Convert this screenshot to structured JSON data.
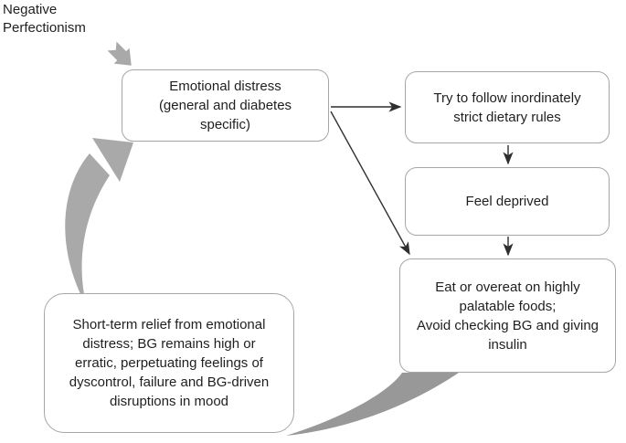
{
  "diagram": {
    "label": "Negative\nPerfectionism",
    "nodes": {
      "emotional_distress": "Emotional distress\n(general and diabetes\nspecific)",
      "strict_rules": "Try to follow inordinately\nstrict dietary rules",
      "feel_deprived": "Feel deprived",
      "eat_overeat": "Eat or overeat on highly\npalatable foods;\nAvoid checking BG and giving\ninsulin",
      "short_term_relief": "Short-term relief from emotional\ndistress; BG remains high or\nerratic, perpetuating feelings of\ndyscontrol, failure and BG-driven\ndisruptions in mood"
    },
    "edges": [
      "negative-perfectionism -> emotional-distress",
      "emotional-distress -> strict-rules",
      "emotional-distress -> eat-overeat",
      "strict-rules -> feel-deprived",
      "feel-deprived -> eat-overeat",
      "eat-overeat -> short-term-relief",
      "short-term-relief -> emotional-distress"
    ]
  },
  "theme": {
    "box-border": "#a6a6a6",
    "arrow-gray": "#a9a9a9",
    "swoosh-gray": "#989898",
    "line-color": "#2f2f2f",
    "text-color": "#1f1f1f"
  }
}
